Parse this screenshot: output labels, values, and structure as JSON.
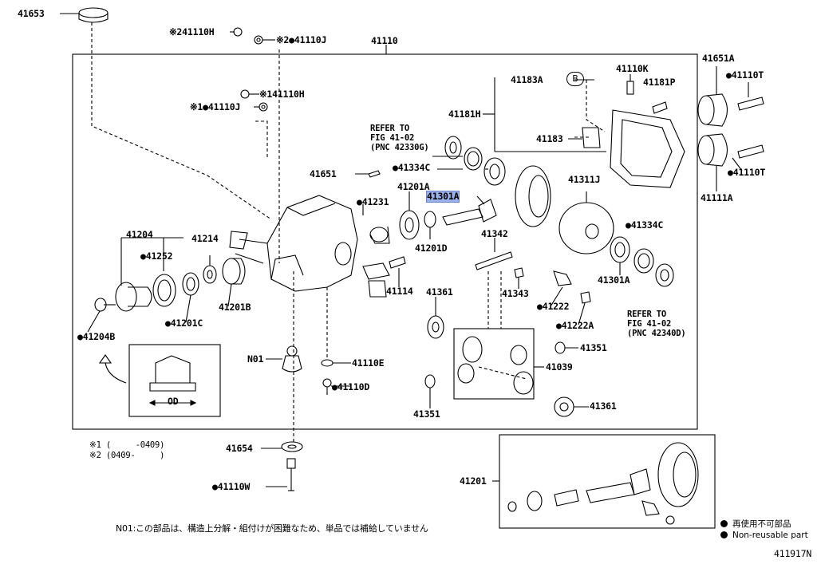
{
  "diagram_id": "411917N",
  "parts": [
    {
      "id": "p41653",
      "text": "41653"
    },
    {
      "id": "p241110H",
      "text": "※241110H"
    },
    {
      "id": "p41110J_a",
      "text": "※2●41110J"
    },
    {
      "id": "p41110",
      "text": "41110"
    },
    {
      "id": "p141110H",
      "text": "※141110H"
    },
    {
      "id": "p41110J_b",
      "text": "※1●41110J"
    },
    {
      "id": "p41183A",
      "text": "41183A"
    },
    {
      "id": "p41110K",
      "text": "41110K"
    },
    {
      "id": "p41651A",
      "text": "41651A"
    },
    {
      "id": "p41110T_a",
      "text": "●41110T"
    },
    {
      "id": "p41181P",
      "text": "41181P"
    },
    {
      "id": "p41181H",
      "text": "41181H"
    },
    {
      "id": "p41183",
      "text": "41183"
    },
    {
      "id": "p41334C_a",
      "text": "●41334C"
    },
    {
      "id": "p41110T_b",
      "text": "●41110T"
    },
    {
      "id": "p41651",
      "text": "41651"
    },
    {
      "id": "p41111A",
      "text": "41111A"
    },
    {
      "id": "p41201A",
      "text": "41201A"
    },
    {
      "id": "p41311J",
      "text": "41311J"
    },
    {
      "id": "p41231",
      "text": "●41231"
    },
    {
      "id": "p41301A_hl",
      "text": "41301A"
    },
    {
      "id": "p41342",
      "text": "41342"
    },
    {
      "id": "p41334C_b",
      "text": "●41334C"
    },
    {
      "id": "p41204",
      "text": "41204"
    },
    {
      "id": "p41214",
      "text": "41214"
    },
    {
      "id": "p41252",
      "text": "●41252"
    },
    {
      "id": "p41201D",
      "text": "41201D"
    },
    {
      "id": "p41301A_b",
      "text": "41301A"
    },
    {
      "id": "p41114",
      "text": "41114"
    },
    {
      "id": "p41361_a",
      "text": "41361"
    },
    {
      "id": "p41343",
      "text": "41343"
    },
    {
      "id": "p41201B",
      "text": "41201B"
    },
    {
      "id": "p41222",
      "text": "●41222"
    },
    {
      "id": "p41201C",
      "text": "●41201C"
    },
    {
      "id": "p41222A",
      "text": "●41222A"
    },
    {
      "id": "p41204B",
      "text": "●41204B"
    },
    {
      "id": "p41351_a",
      "text": "41351"
    },
    {
      "id": "pN01",
      "text": "N01"
    },
    {
      "id": "p41110E",
      "text": "41110E"
    },
    {
      "id": "p41039",
      "text": "41039"
    },
    {
      "id": "p41110D",
      "text": "●41110D"
    },
    {
      "id": "p41351_b",
      "text": "41351"
    },
    {
      "id": "p41361_b",
      "text": "41361"
    },
    {
      "id": "p41654",
      "text": "41654"
    },
    {
      "id": "p41201",
      "text": "41201"
    },
    {
      "id": "p41110W",
      "text": "●41110W"
    },
    {
      "id": "pOD",
      "text": "OD"
    },
    {
      "id": "pB",
      "text": "B"
    }
  ],
  "references": {
    "ref_top": "REFER TO\nFIG 41-02\n(PNC 42330G)",
    "ref_right": "REFER TO\nFIG 41-02\n(PNC 42340D)"
  },
  "notes": {
    "note1": "※1 (     -0409)",
    "note2": "※2 (0409-     )",
    "n01_note": "N01:この部品は、構造上分解・組付けが困難なため、単品では補給していません"
  },
  "legend": {
    "jp": "再使用不可部品",
    "en": "Non-reusable part"
  },
  "colors": {
    "highlight": "#9ab0e8",
    "line": "#000000"
  }
}
